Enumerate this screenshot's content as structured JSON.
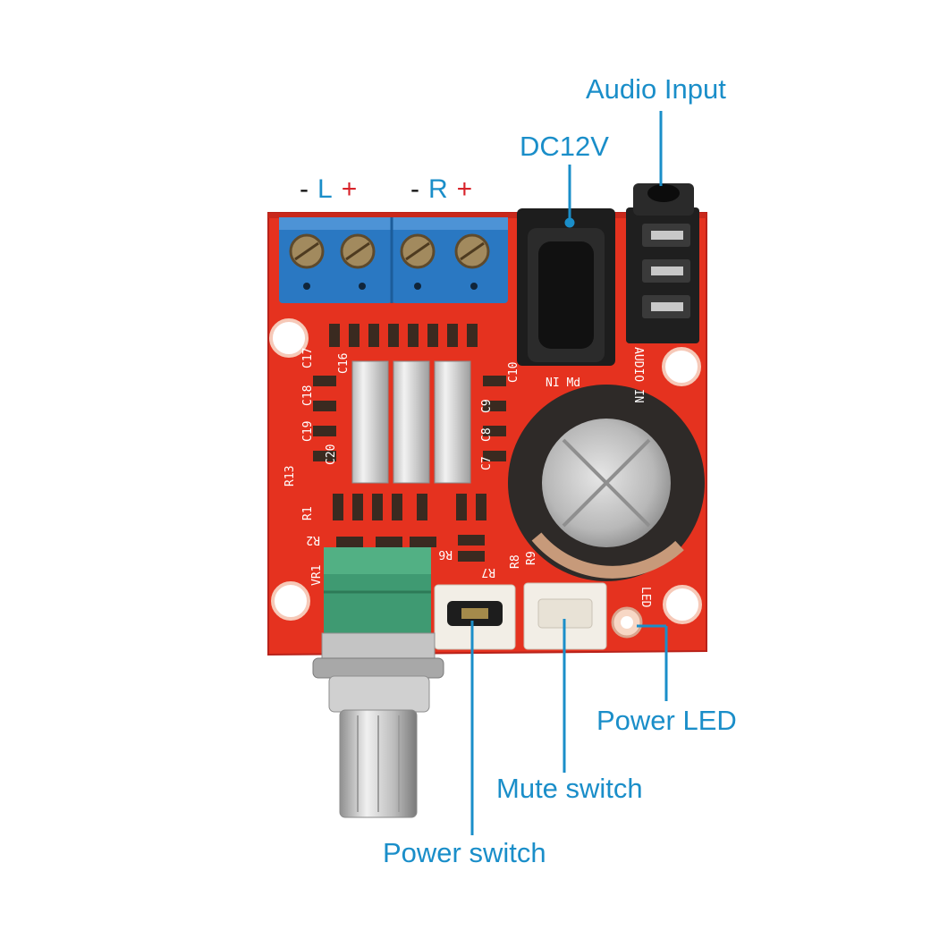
{
  "labels": {
    "audio_input": "Audio Input",
    "dc12v": "DC12V",
    "power_led": "Power LED",
    "mute_switch": "Mute switch",
    "power_switch": "Power switch"
  },
  "terminals": {
    "left": {
      "minus": "-",
      "channel": "L",
      "plus": "+"
    },
    "right": {
      "minus": "-",
      "channel": "R",
      "plus": "+"
    }
  },
  "silkscreen": {
    "audio_in": "AUDIO IN",
    "ni_md": "NI Md",
    "led": "LED",
    "vr1": "VR1",
    "r13": "R13",
    "r1": "R1",
    "r2": "R2",
    "r6": "R6",
    "r7": "R7",
    "r8": "R8",
    "r9": "R9",
    "c16": "C16",
    "c17": "C17",
    "c18": "C18",
    "c19": "C19",
    "c20": "C20",
    "c10": "C10",
    "c9": "C9",
    "c8": "C8",
    "c7": "C7"
  },
  "colors": {
    "label_blue": "#1a8ec9",
    "plus_red": "#d8232a",
    "pcb_red": "#e5321f",
    "terminal_blue": "#2a78c2",
    "pot_green": "#3f9a72"
  }
}
